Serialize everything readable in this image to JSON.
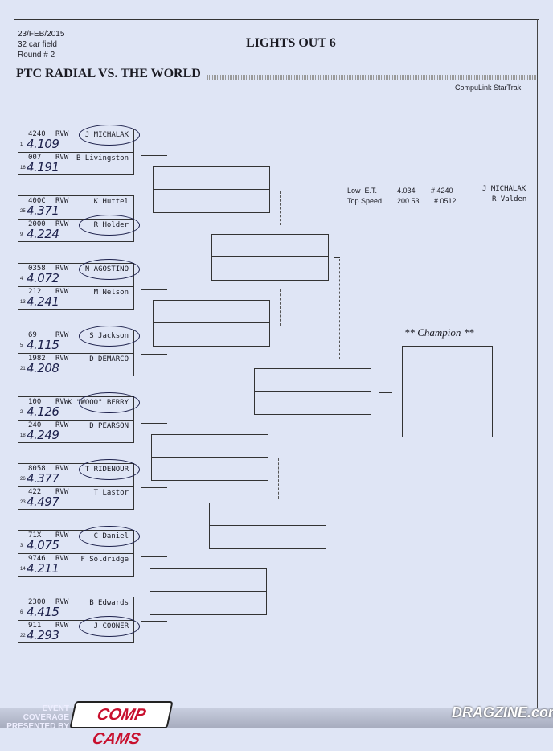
{
  "header": {
    "date": "23/FEB/2015",
    "field": "32 car field",
    "round": "Round # 2",
    "event": "LIGHTS OUT 6",
    "class_title": "PTC RADIAL VS. THE WORLD",
    "timing": "CompuLink StarTrak"
  },
  "records": {
    "low_et_label": "Low  E.T.",
    "low_et": "4.034",
    "low_et_car": "# 4240",
    "low_et_driver": "J MICHALAK",
    "top_speed_label": "Top Speed",
    "top_speed": "200.53",
    "top_speed_car": "# 0512",
    "top_speed_driver": "R Valden"
  },
  "champion_label": "** Champion **",
  "pairs": [
    [
      {
        "seed": "1",
        "car": "4240",
        "cls": "RVW",
        "name": "J MICHALAK",
        "et": "4.109",
        "winner": true
      },
      {
        "seed": "16",
        "car": "007",
        "cls": "RVW",
        "name": "B Livingston",
        "et": "4.191",
        "winner": false
      }
    ],
    [
      {
        "seed": "25",
        "car": "400C",
        "cls": "RVW",
        "name": "K Huttel",
        "et": "4.371",
        "winner": false
      },
      {
        "seed": "9",
        "car": "2000",
        "cls": "RVW",
        "name": "R Holder",
        "et": "4.224",
        "winner": true
      }
    ],
    [
      {
        "seed": "4",
        "car": "0358",
        "cls": "RVW",
        "name": "N AGOSTINO",
        "et": "4.072",
        "winner": true
      },
      {
        "seed": "13",
        "car": "212",
        "cls": "RVW",
        "name": "M Nelson",
        "et": "4.241",
        "winner": false
      }
    ],
    [
      {
        "seed": "5",
        "car": "69",
        "cls": "RVW",
        "name": "S Jackson",
        "et": "4.115",
        "winner": true
      },
      {
        "seed": "21",
        "car": "1982",
        "cls": "RVW",
        "name": "D DEMARCO",
        "et": "4.208",
        "winner": false
      }
    ],
    [
      {
        "seed": "2",
        "car": "100",
        "cls": "RVW",
        "name": "K \"WOOO\" BERRY",
        "et": "4.126",
        "winner": true
      },
      {
        "seed": "18",
        "car": "240",
        "cls": "RVW",
        "name": "D PEARSON",
        "et": "4.249",
        "winner": false
      }
    ],
    [
      {
        "seed": "26",
        "car": "8058",
        "cls": "RVW",
        "name": "T RIDENOUR",
        "et": "4.377",
        "winner": true
      },
      {
        "seed": "23",
        "car": "422",
        "cls": "RVW",
        "name": "T Lastor",
        "et": "4.497",
        "winner": false
      }
    ],
    [
      {
        "seed": "3",
        "car": "71X",
        "cls": "RVW",
        "name": "C Daniel",
        "et": "4.075",
        "winner": true
      },
      {
        "seed": "14",
        "car": "9746",
        "cls": "RVW",
        "name": "F Soldridge",
        "et": "4.211",
        "winner": false
      }
    ],
    [
      {
        "seed": "6",
        "car": "2300",
        "cls": "RVW",
        "name": "B Edwards",
        "et": "4.415",
        "winner": false
      },
      {
        "seed": "22",
        "car": "911",
        "cls": "RVW",
        "name": "J COONER",
        "et": "4.293",
        "winner": true
      }
    ]
  ],
  "footer": {
    "sponsor_text": "EVENT COVERAGE PRESENTED BY",
    "sponsor_logo": "COMP CAMS",
    "site_logo": "DRAGZINE.com"
  }
}
